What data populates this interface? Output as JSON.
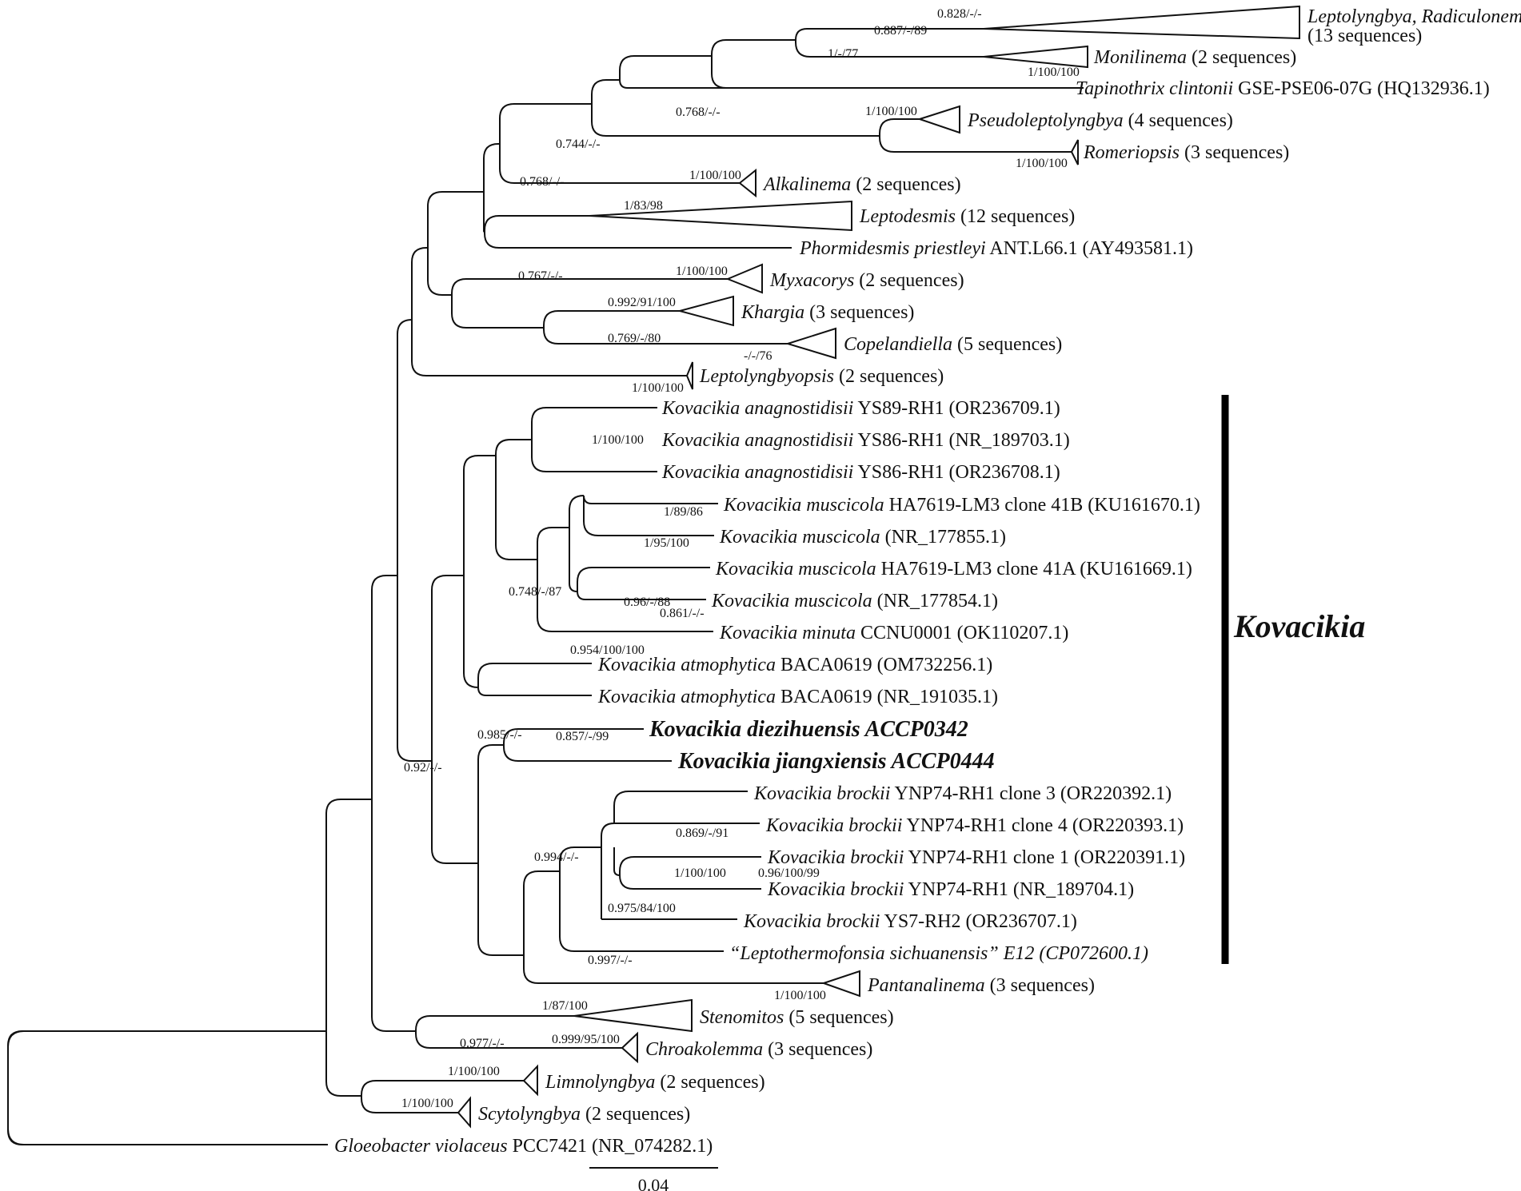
{
  "clade_label": "Kovacikia",
  "scale_bar": "0.04",
  "tips": {
    "leptolyngbya": {
      "name": "Leptolyngbya, Radiculonema",
      "rest": "",
      "line2": "(13 sequences)"
    },
    "monilinema": {
      "name": "Monilinema",
      "rest": " (2 sequences)"
    },
    "tapinothrix": {
      "name": "Tapinothrix clintonii",
      "rest": " GSE-PSE06-07G (HQ132936.1)"
    },
    "pseudoleptolyngbya": {
      "name": "Pseudoleptolyngbya",
      "rest": " (4 sequences)"
    },
    "romeriopsis": {
      "name": "Romeriopsis",
      "rest": " (3 sequences)"
    },
    "alkalinema": {
      "name": "Alkalinema",
      "rest": " (2 sequences)"
    },
    "leptodesmis": {
      "name": "Leptodesmis",
      "rest": " (12 sequences)"
    },
    "phormidesmis": {
      "name": "Phormidesmis priestleyi",
      "rest": " ANT.L66.1 (AY493581.1)"
    },
    "myxacorys": {
      "name": "Myxacorys",
      "rest": " (2 sequences)"
    },
    "khargia": {
      "name": "Khargia",
      "rest": " (3 sequences)"
    },
    "copelandiella": {
      "name": "Copelandiella",
      "rest": " (5 sequences)"
    },
    "leptolyngbyopsis": {
      "name": "Leptolyngbyopsis",
      "rest": " (2 sequences)"
    },
    "ka1": {
      "name": "Kovacikia anagnostidisii",
      "rest": " YS89-RH1 (OR236709.1)"
    },
    "ka2": {
      "name": "Kovacikia anagnostidisii",
      "rest": " YS86-RH1 (NR_189703.1)"
    },
    "ka3": {
      "name": "Kovacikia anagnostidisii",
      "rest": " YS86-RH1 (OR236708.1)"
    },
    "km1": {
      "name": "Kovacikia muscicola",
      "rest": " HA7619-LM3 clone 41B (KU161670.1)"
    },
    "km2": {
      "name": "Kovacikia muscicola",
      "rest": " (NR_177855.1)"
    },
    "km3": {
      "name": "Kovacikia muscicola",
      "rest": " HA7619-LM3 clone 41A (KU161669.1)"
    },
    "km4": {
      "name": "Kovacikia muscicola",
      "rest": " (NR_177854.1)"
    },
    "kmin": {
      "name": "Kovacikia minuta",
      "rest": " CCNU0001 (OK110207.1)"
    },
    "kat1": {
      "name": "Kovacikia atmophytica",
      "rest": " BACA0619 (OM732256.1)"
    },
    "kat2": {
      "name": "Kovacikia atmophytica",
      "rest": " BACA0619 (NR_191035.1)"
    },
    "kdie": {
      "name": "Kovacikia diezihuensis ACCP0342",
      "rest": ""
    },
    "kjia": {
      "name": "Kovacikia jiangxiensis ACCP0444",
      "rest": ""
    },
    "kb1": {
      "name": "Kovacikia brockii",
      "rest": " YNP74-RH1 clone 3 (OR220392.1)"
    },
    "kb2": {
      "name": "Kovacikia brockii",
      "rest": " YNP74-RH1 clone 4 (OR220393.1)"
    },
    "kb3": {
      "name": "Kovacikia brockii",
      "rest": " YNP74-RH1 clone 1 (OR220391.1)"
    },
    "kb4": {
      "name": "Kovacikia brockii",
      "rest": " YNP74-RH1 (NR_189704.1)"
    },
    "kb5": {
      "name": "Kovacikia brockii",
      "rest": " YS7-RH2 (OR236707.1)"
    },
    "lepto_sich": {
      "name": "“Leptothermofonsia sichuanensis” E12 (CP072600.1)",
      "rest": ""
    },
    "pantanalinema": {
      "name": "Pantanalinema",
      "rest": " (3 sequences)"
    },
    "stenomitos": {
      "name": "Stenomitos",
      "rest": " (5 sequences)"
    },
    "chroakolemma": {
      "name": "Chroakolemma",
      "rest": " (3 sequences)"
    },
    "limnolyngbya": {
      "name": "Limnolyngbya",
      "rest": " (2 sequences)"
    },
    "scytolyngbya": {
      "name": "Scytolyngbya",
      "rest": " (2 sequences)"
    },
    "gloeobacter": {
      "name": "Gloeobacter violaceus",
      "rest": " PCC7421 (NR_074282.1)"
    }
  },
  "support": {
    "s_828": "0.828/-/-",
    "s_887": "0.887/-/89",
    "s_1_77": "1/-/77",
    "s_monil": "1/100/100",
    "s_768a": "0.768/-/-",
    "s_pseudo": "1/100/100",
    "s_romer": "1/100/100",
    "s_744": "0.744/-/-",
    "s_alkal": "1/100/100",
    "s_768b": "0.768/-/-",
    "s_83_98": "1/83/98",
    "s_767": "0.767/-/-",
    "s_myxa": "1/100/100",
    "s_992": "0.992/91/100",
    "s_769": "0.769/-/80",
    "s_76": "-/-/76",
    "s_leptop": "1/100/100",
    "s_anag": "1/100/100",
    "s_89_86": "1/89/86",
    "s_95_100": "1/95/100",
    "s_96_88": "0.96/-/88",
    "s_861": "0.861/-/-",
    "s_748": "0.748/-/87",
    "s_954": "0.954/100/100",
    "s_857": "0.857/-/99",
    "s_985": "0.985/-/-",
    "s_92": "0.92/-/-",
    "s_869": "0.869/-/91",
    "s_brock": "1/100/100",
    "s_96_100": "0.96/100/99",
    "s_975": "0.975/84/100",
    "s_994": "0.994/-/-",
    "s_997": "0.997/-/-",
    "s_pant": "1/100/100",
    "s_87_100": "1/87/100",
    "s_999": "0.999/95/100",
    "s_977": "0.977/-/-",
    "s_limno": "1/100/100",
    "s_scyto": "1/100/100"
  }
}
